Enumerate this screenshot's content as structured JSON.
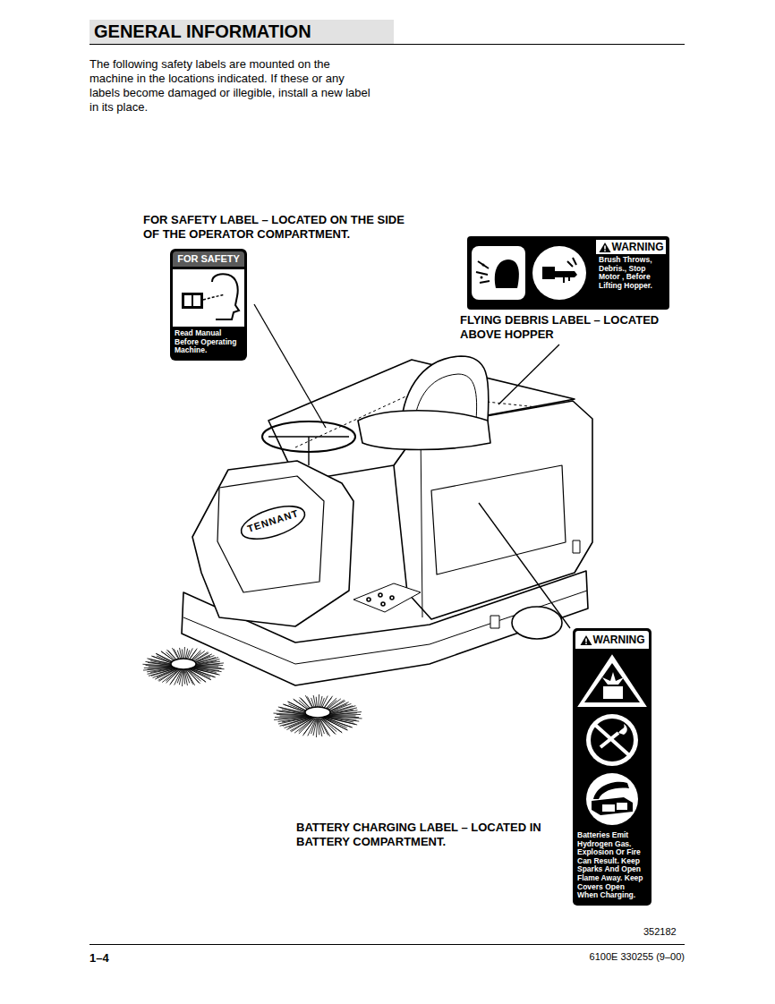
{
  "diagram": {
    "title": "GENERAL INFORMATION",
    "nodes": [
      {
        "text": [
          "FOR SAFETY",
          "Read Manual Before Operating Machine."
        ]
      },
      {
        "text": [
          "WARNING",
          "Brush Throws, Debris., Stop Motor , Before Lifting Hopper."
        ]
      },
      {
        "text": [
          "WARNING",
          "Batteries Emit Hydrogen Gas. Explosion Or Fire Can Result. Keep Sparks And Open Flame Away. Keep Covers Open When Charging."
        ]
      }
    ],
    "labels": [
      "The following safety labels are mounted on the machine in the locations indicated. If these or any labels become damaged or illegible, install a new label in its place.",
      "FOR SAFETY LABEL – LOCATED ON THE SIDE OF THE OPERATOR COMPARTMENT.",
      "FLYING DEBRIS LABEL – LOCATED ABOVE HOPPER",
      "BATTERY CHARGING LABEL – LOCATED IN BATTERY COMPARTMENT.",
      "TENNANT",
      "352182",
      "1–4",
      "6100E 330255 (9–00)"
    ]
  }
}
